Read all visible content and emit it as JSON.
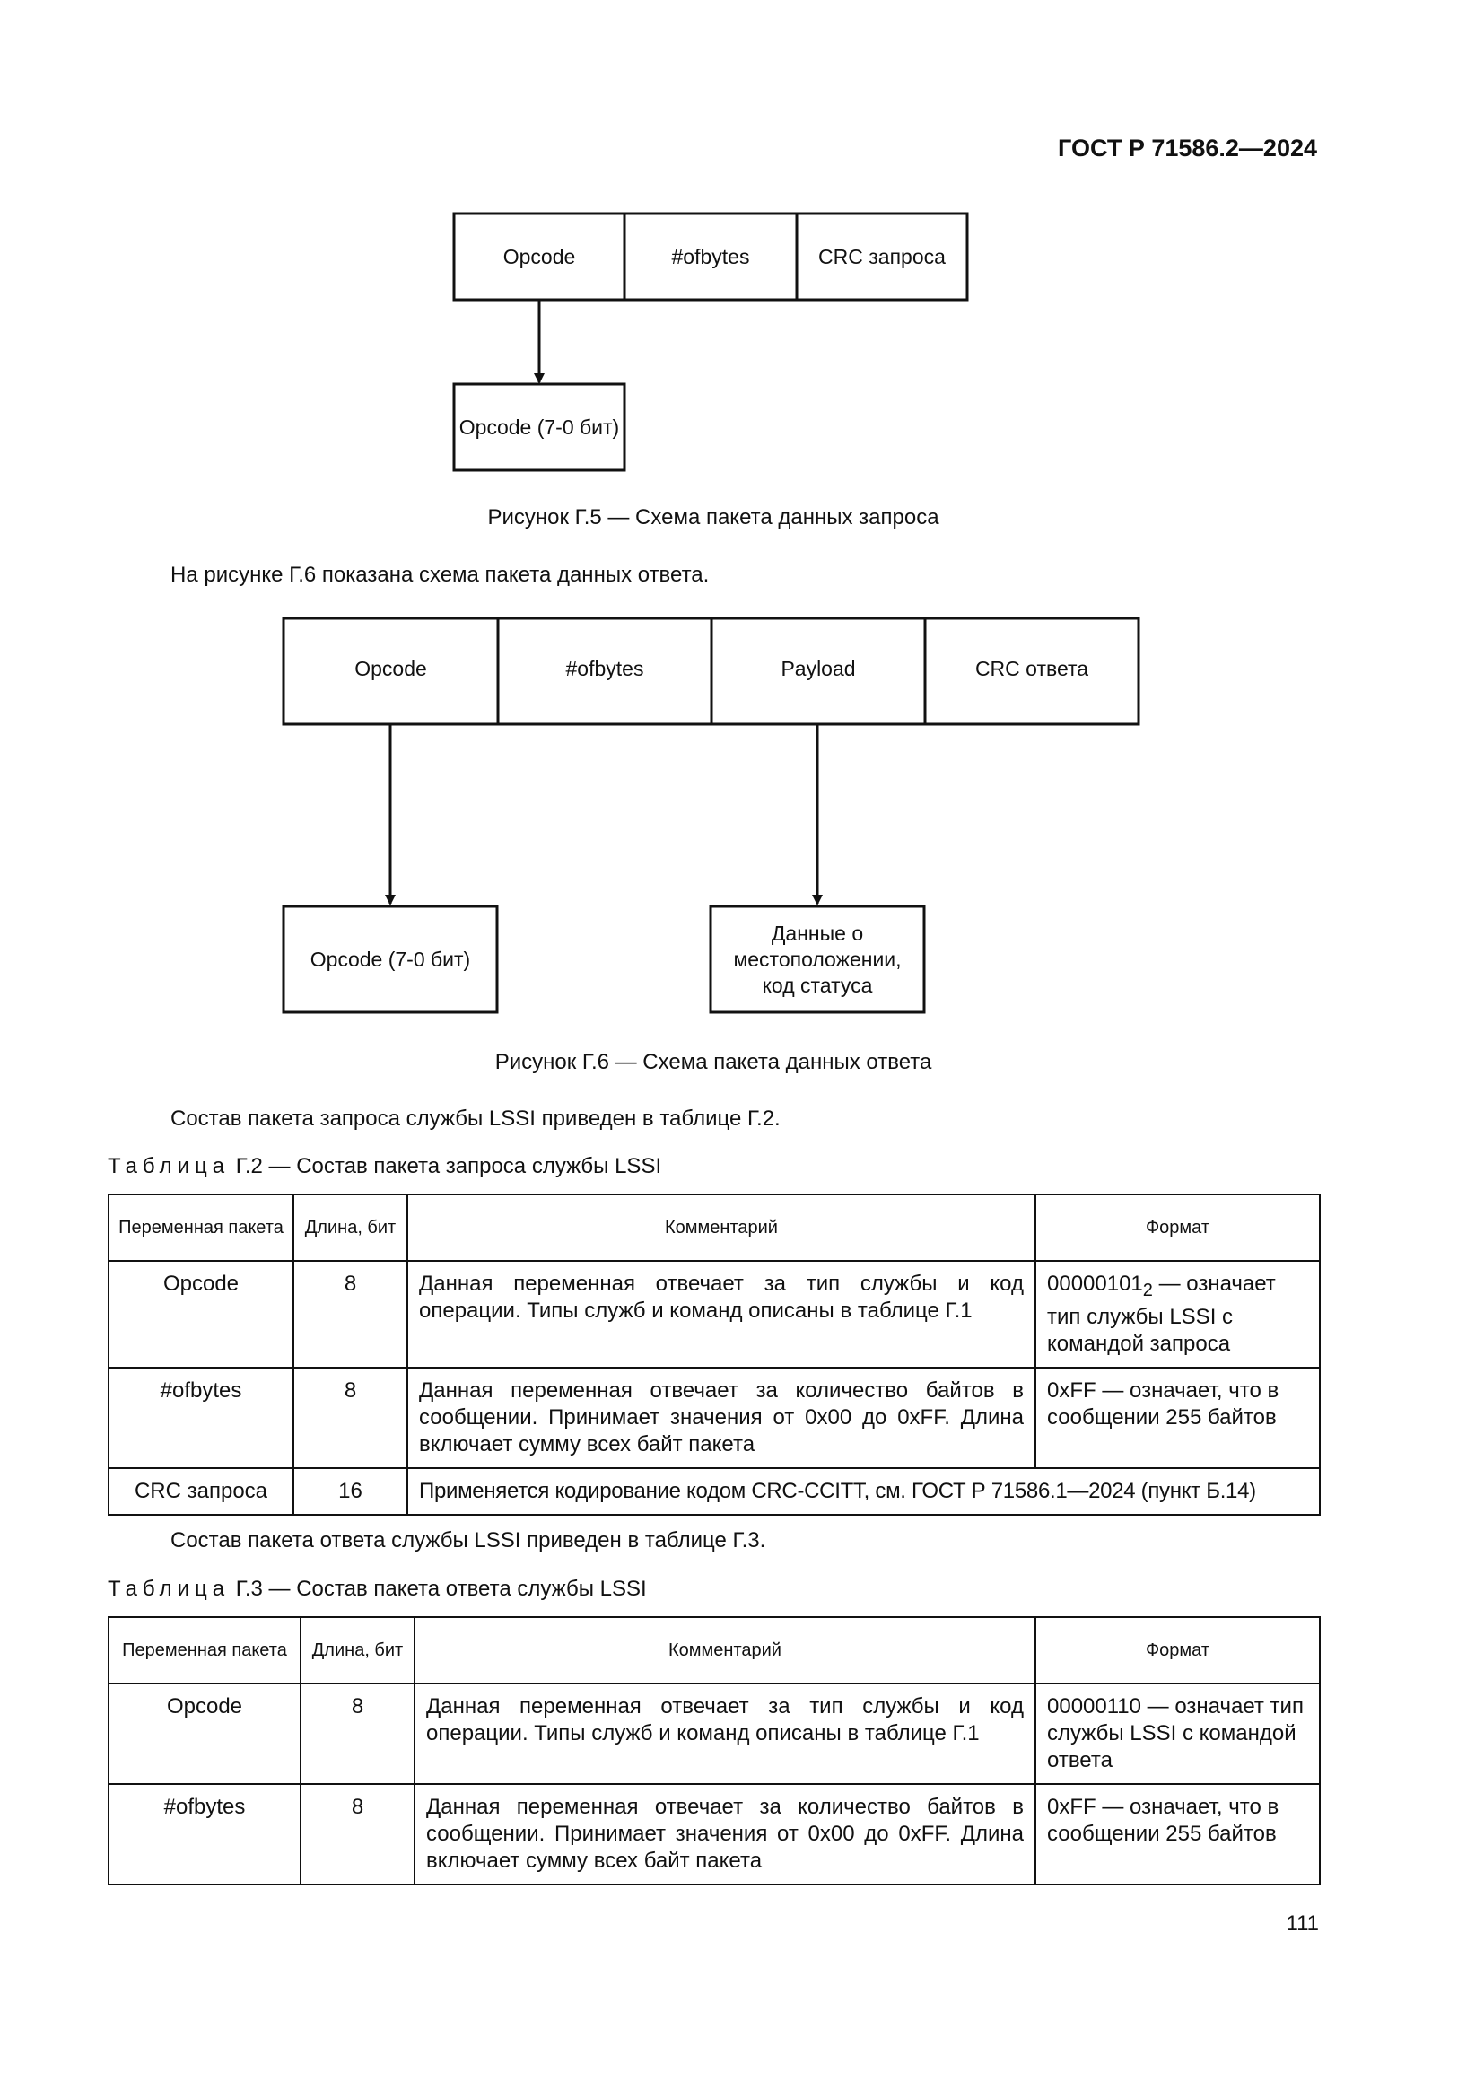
{
  "header": {
    "doc_code": "ГОСТ Р 71586.2—2024"
  },
  "figure5": {
    "fields": [
      "Opcode",
      "#ofbytes",
      "CRC запроса"
    ],
    "detail_box": "Opcode (7-0 бит)",
    "caption": "Рисунок Г.5 — Схема пакета данных запроса"
  },
  "intro_fig6": "На рисунке Г.6 показана схема пакета данных ответа.",
  "figure6": {
    "fields": [
      "Opcode",
      "#ofbytes",
      "Payload",
      "CRC ответа"
    ],
    "detail_box_opcode": "Opcode (7-0 бит)",
    "detail_box_payload_lines": [
      "Данные о",
      "местоположении,",
      "код статуса"
    ],
    "caption": "Рисунок Г.6 — Схема пакета данных ответа"
  },
  "intro_table2": "Состав пакета запроса службы LSSI приведен в таблице Г.2.",
  "table2": {
    "title_prefix": "Таблица",
    "title_rest": " Г.2 — Состав пакета запроса службы LSSI",
    "headers": [
      "Переменная пакета",
      "Длина, бит",
      "Комментарий",
      "Формат"
    ],
    "rows": [
      {
        "var": "Opcode",
        "len": "8",
        "comment": "Данная переменная отвечает за тип службы и код операции. Типы служб и команд описаны в таблице Г.1",
        "format_main": "00000101",
        "format_sub": "2",
        "format_rest": " — означает тип службы LSSI с командой запроса"
      },
      {
        "var": "#ofbytes",
        "len": "8",
        "comment": "Данная переменная отвечает за количество байтов в сообщении. Принимает значения от 0x00 до 0xFF. Длина включает сумму всех байт пакета",
        "format": "0xFF — означает, что в сообщении 255 байтов"
      },
      {
        "var": "CRC запроса",
        "len": "16",
        "comment": "Применяется кодирование кодом CRC-CCITT, см. ГОСТ Р 71586.1—2024 (пункт Б.14)"
      }
    ]
  },
  "intro_table3": "Состав пакета ответа службы LSSI приведен в таблице Г.3.",
  "table3": {
    "title_prefix": "Таблица",
    "title_rest": " Г.3 — Состав пакета ответа службы LSSI",
    "headers": [
      "Переменная пакета",
      "Длина, бит",
      "Комментарий",
      "Формат"
    ],
    "rows": [
      {
        "var": "Opcode",
        "len": "8",
        "comment": "Данная переменная отвечает за тип службы и код операции. Типы служб и команд описаны в таблице Г.1",
        "format": "00000110 — означает тип службы LSSI с командой ответа"
      },
      {
        "var": "#ofbytes",
        "len": "8",
        "comment": "Данная переменная отвечает за количество байтов в сообщении. Принимает значения от 0x00 до 0xFF. Длина включает сумму всех байт пакета",
        "format": "0xFF — означает, что в сообщении 255 байтов"
      }
    ]
  },
  "page_number": "111"
}
